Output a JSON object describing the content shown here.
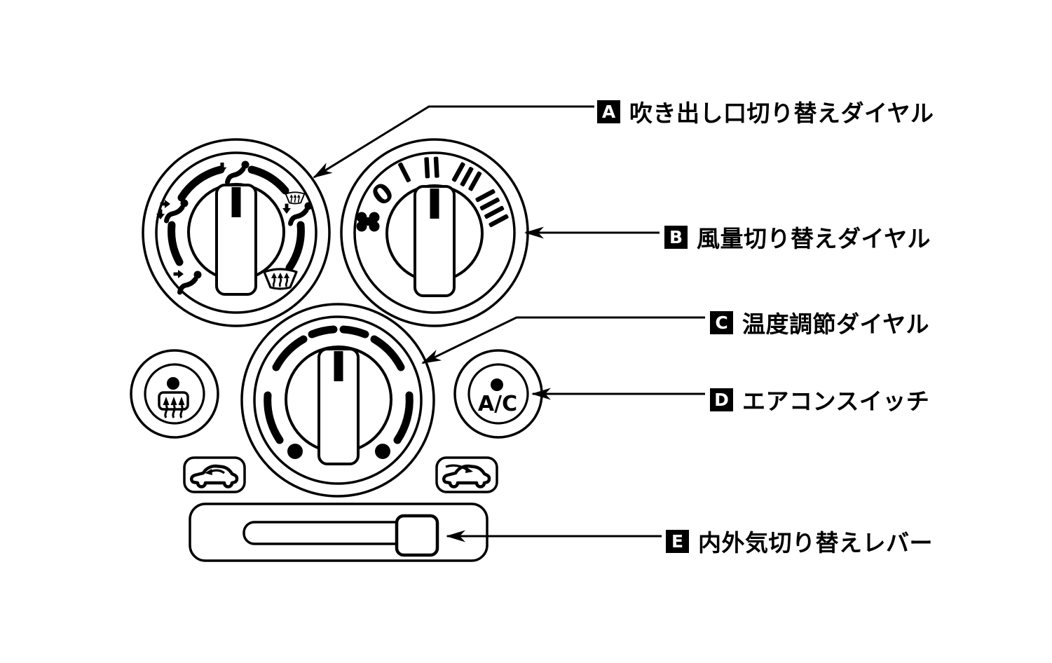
{
  "colors": {
    "background": "#ffffff",
    "line": "#000000"
  },
  "labels": [
    {
      "key": "A",
      "text": "吹き出し口切り替えダイヤル"
    },
    {
      "key": "B",
      "text": "風量切り替えダイヤル"
    },
    {
      "key": "C",
      "text": "温度調節ダイヤル"
    },
    {
      "key": "D",
      "text": "エアコンスイッチ"
    },
    {
      "key": "E",
      "text": "内外気切り替えレバー"
    }
  ],
  "controls": {
    "mode_dial": {
      "positions": [
        "face-vent-icon",
        "bilevel-vent-icon",
        "foot-vent-icon",
        "foot-defrost-vent-icon",
        "windshield-defrost-icon"
      ]
    },
    "fan_dial": {
      "marks": [
        "0",
        "I",
        "II",
        "III",
        "IIII"
      ],
      "icon": "fan-icon"
    },
    "temp_dial": {
      "markers": "dashed-arc-with-two-dots"
    },
    "ac_button": {
      "label": "A/C",
      "indicator": "lamp-dot"
    },
    "rear_defogger_button": {
      "icon": "rear-defogger-icon",
      "indicator": "lamp-dot"
    },
    "air_source_lever": {
      "left_icon": "recirculated-air-icon",
      "right_icon": "fresh-air-icon"
    }
  }
}
